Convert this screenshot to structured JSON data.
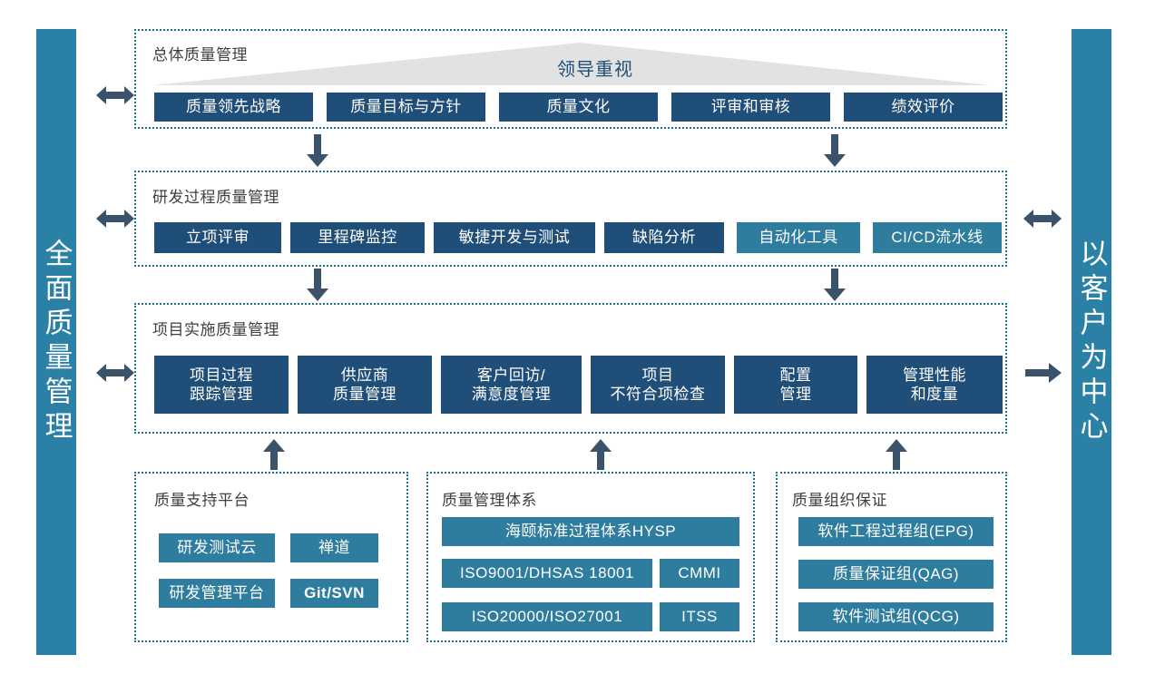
{
  "pillars": {
    "left": {
      "label": "全面质量管理"
    },
    "right": {
      "label": "以客户为中心"
    }
  },
  "colors": {
    "navy": "#1F4E79",
    "teal": "#2E7D9E",
    "pillar": "#2B80A6",
    "dashed_border": "#1F6F95",
    "triangle_gray": "#E2E2E2",
    "arrow": "#3A536B",
    "section_title": "#3F3F3F"
  },
  "sections": {
    "top": {
      "title": "总体质量管理",
      "banner": {
        "label": "领导重视",
        "shape": "triangle",
        "fill": "#E2E2E2"
      },
      "boxes": [
        {
          "label": "质量领先战略",
          "style": "navy"
        },
        {
          "label": "质量目标与方针",
          "style": "navy"
        },
        {
          "label": "质量文化",
          "style": "navy"
        },
        {
          "label": "评审和审核",
          "style": "navy"
        },
        {
          "label": "绩效评价",
          "style": "navy"
        }
      ]
    },
    "middle": {
      "title": "研发过程质量管理",
      "boxes": [
        {
          "label": "立项评审",
          "style": "navy"
        },
        {
          "label": "里程碑监控",
          "style": "navy"
        },
        {
          "label": "敏捷开发与测试",
          "style": "navy"
        },
        {
          "label": "缺陷分析",
          "style": "navy"
        },
        {
          "label": "自动化工具",
          "style": "teal"
        },
        {
          "label": "CI/CD流水线",
          "style": "teal"
        }
      ]
    },
    "project": {
      "title": "项目实施质量管理",
      "boxes": [
        {
          "label": "项目过程\n跟踪管理",
          "style": "navy"
        },
        {
          "label": "供应商\n质量管理",
          "style": "navy"
        },
        {
          "label": "客户回访/\n满意度管理",
          "style": "navy"
        },
        {
          "label": "项目\n不符合项检查",
          "style": "navy"
        },
        {
          "label": "配置\n管理",
          "style": "navy"
        },
        {
          "label": "管理性能\n和度量",
          "style": "navy"
        }
      ]
    }
  },
  "panels": [
    {
      "title": "质量支持平台",
      "boxes": [
        {
          "label": "研发测试云",
          "style": "teal"
        },
        {
          "label": "禅道",
          "style": "teal"
        },
        {
          "label": "研发管理平台",
          "style": "teal"
        },
        {
          "label": "Git/SVN",
          "style": "teal"
        }
      ]
    },
    {
      "title": "质量管理体系",
      "boxes": [
        {
          "label": "海颐标准过程体系HYSP",
          "style": "teal"
        },
        {
          "label": "ISO9001/DHSAS 18001",
          "style": "teal"
        },
        {
          "label": "CMMI",
          "style": "teal"
        },
        {
          "label": "ISO20000/ISO27001",
          "style": "teal"
        },
        {
          "label": "ITSS",
          "style": "teal"
        }
      ]
    },
    {
      "title": "质量组织保证",
      "boxes": [
        {
          "label": "软件工程过程组(EPG)",
          "style": "teal"
        },
        {
          "label": "质量保证组(QAG)",
          "style": "teal"
        },
        {
          "label": "软件测试组(QCG)",
          "style": "teal"
        }
      ]
    }
  ],
  "arrows": {
    "left_bidirectional": 3,
    "right_bidirectional": 1,
    "right_unidirectional": 1,
    "down": 4,
    "up": 3
  }
}
